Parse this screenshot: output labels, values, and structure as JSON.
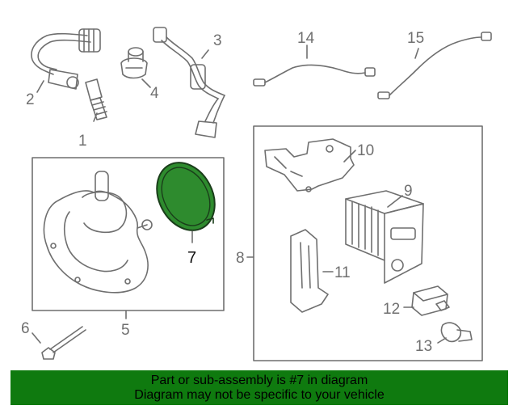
{
  "callouts": [
    {
      "id": "1",
      "label": "1"
    },
    {
      "id": "2",
      "label": "2"
    },
    {
      "id": "3",
      "label": "3"
    },
    {
      "id": "4",
      "label": "4"
    },
    {
      "id": "5",
      "label": "5"
    },
    {
      "id": "6",
      "label": "6"
    },
    {
      "id": "7",
      "label": "7"
    },
    {
      "id": "8",
      "label": "8"
    },
    {
      "id": "9",
      "label": "9"
    },
    {
      "id": "10",
      "label": "10"
    },
    {
      "id": "11",
      "label": "11"
    },
    {
      "id": "12",
      "label": "12"
    },
    {
      "id": "13",
      "label": "13"
    },
    {
      "id": "14",
      "label": "14"
    },
    {
      "id": "15",
      "label": "15"
    }
  ],
  "highlight": {
    "part": "7",
    "color": "#2e8b2e"
  },
  "colors": {
    "line": "#6f6f6f",
    "banner": "#0f7a0f",
    "highlight_fill": "#2e8b2e"
  },
  "footer": {
    "line1": "Part or sub-assembly is #7 in diagram",
    "line2": "Diagram may not be specific to your vehicle"
  }
}
